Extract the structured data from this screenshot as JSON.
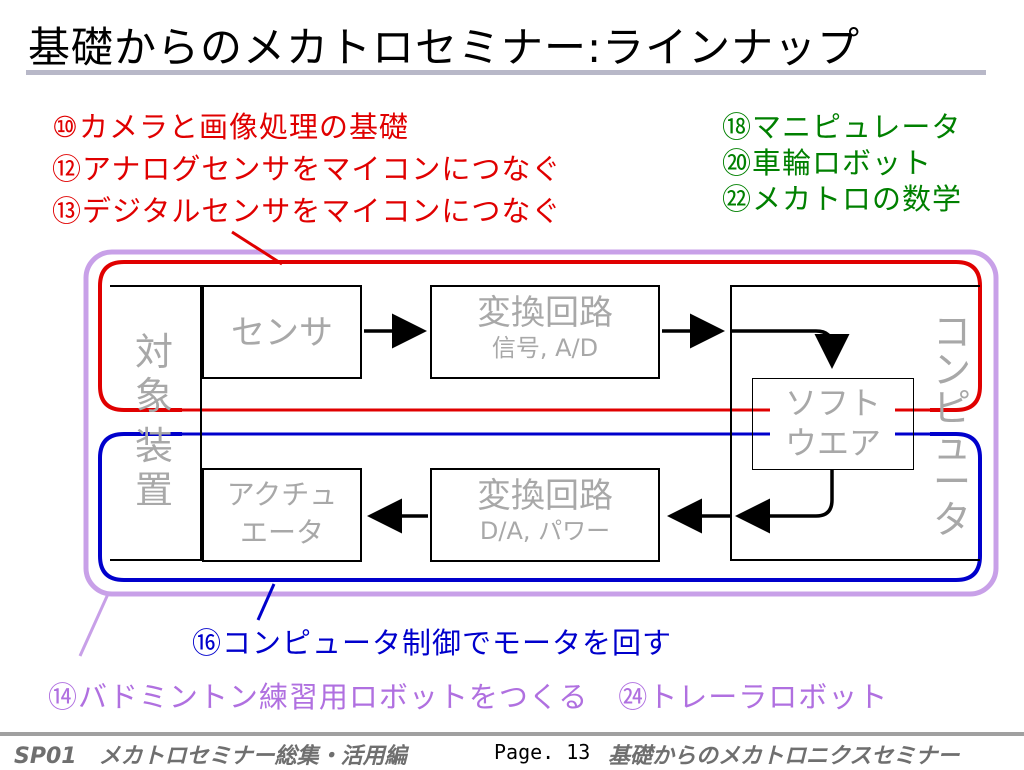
{
  "title": "基礎からのメカトロセミナー:ラインナップ",
  "red_list": [
    "⑩カメラと画像処理の基礎",
    "⑫アナログセンサをマイコンにつなぐ",
    "⑬デジタルセンサをマイコンにつなぐ"
  ],
  "green_list": [
    "⑱マニピュレータ",
    "⑳車輪ロボット",
    "㉒メカトロの数学"
  ],
  "diagram": {
    "object_label": [
      "対",
      "象",
      "装",
      "置"
    ],
    "sensor": "センサ",
    "conv_in_title": "変換回路",
    "conv_in_sub": "信号, A/D",
    "actuator_l1": "アクチュ",
    "actuator_l2": "エータ",
    "conv_out_title": "変換回路",
    "conv_out_sub": "D/A, パワー",
    "software_l1": "ソフト",
    "software_l2": "ウエア",
    "computer_label": [
      "コ",
      "ン",
      "ピ",
      "ュ",
      "ー",
      "タ"
    ]
  },
  "blue_caption": "⑯コンピュータ制御でモータを回す",
  "purple_caption": "⑭バドミントン練習用ロボットをつくる　㉔トレーラロボット",
  "colors": {
    "red": "#e00000",
    "blue": "#0000cc",
    "purple": "#c8a0e8",
    "green": "#008000",
    "gray_text": "#a8a8a8"
  },
  "footer": {
    "left": "SP01　メカトロセミナー総集・活用編",
    "page": "Page. 13",
    "right": "基礎からのメカトロニクスセミナー"
  }
}
